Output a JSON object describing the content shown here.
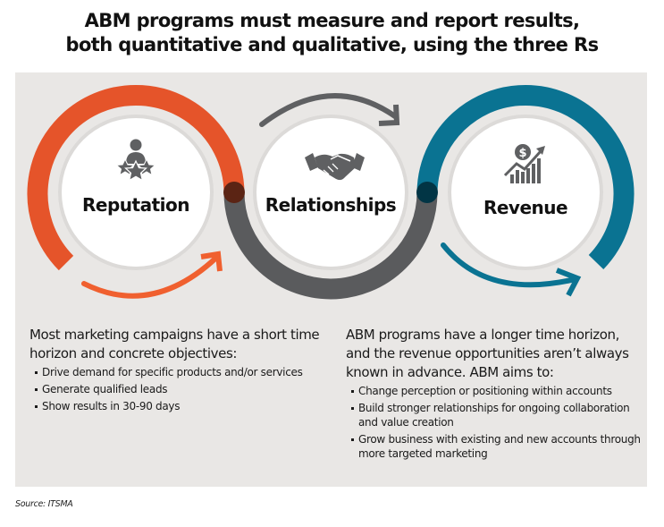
{
  "title": {
    "line1": "ABM programs must measure and report results,",
    "line2": "both quantitative and qualitative, using the three Rs"
  },
  "circles": [
    {
      "label": "Reputation",
      "icon": "person-with-stars-icon",
      "color": "#e5542a"
    },
    {
      "label": "Relationships",
      "icon": "handshake-icon",
      "color": "#5a5b5d"
    },
    {
      "label": "Revenue",
      "icon": "dollar-growth-chart-icon",
      "color": "#0a7392"
    }
  ],
  "colors": {
    "panel_bg": "#e9e7e5",
    "orange": "#e5542a",
    "orange_arrow": "#f0602f",
    "gray": "#5a5b5d",
    "teal": "#0a7392",
    "joint_left": "#5b2414",
    "joint_right": "#023545",
    "icon_gray": "#5f6062"
  },
  "left_column": {
    "lead": "Most marketing campaigns have a short time horizon and concrete objectives:",
    "bullets": [
      "Drive demand for specific products and/or services",
      "Generate qualified leads",
      "Show results in 30-90 days"
    ]
  },
  "right_column": {
    "lead": "ABM programs have a longer time horizon, and the revenue opportunities aren’t always known in advance. ABM aims to:",
    "bullets": [
      "Change perception or positioning within accounts",
      "Build stronger relationships for ongoing collaboration and value creation",
      "Grow business with existing and new accounts through more targeted marketing"
    ]
  },
  "source": "Source: ITSMA"
}
